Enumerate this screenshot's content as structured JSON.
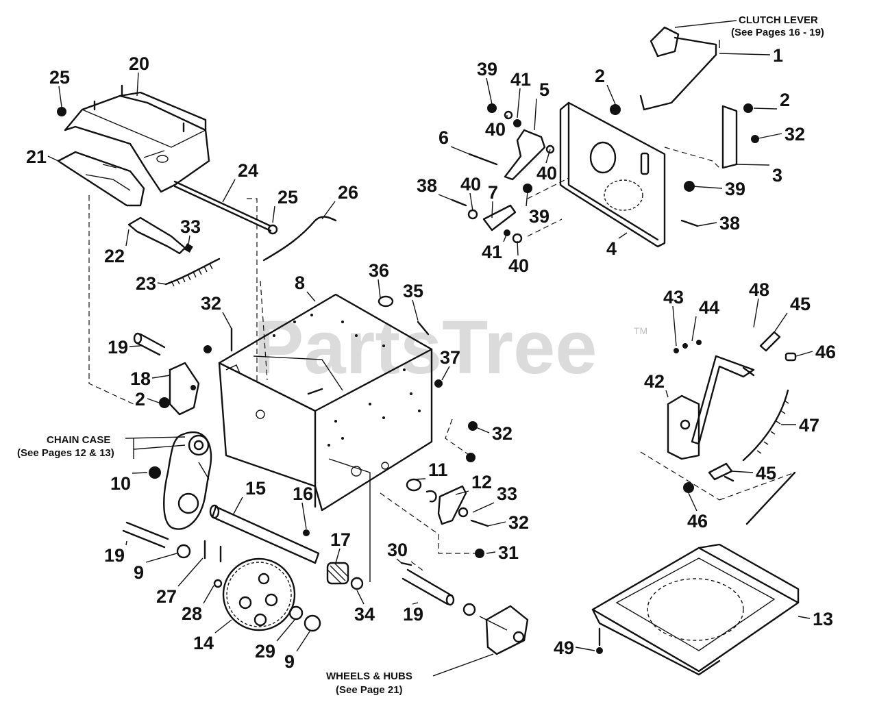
{
  "watermark": {
    "text": "PartsTree",
    "mark": "TM"
  },
  "notes": {
    "clutch_lever": "CLUTCH LEVER",
    "clutch_lever_pages": "(See Pages 16 - 19)",
    "chain_case": "CHAIN CASE",
    "chain_case_pages": "(See Pages 12 & 13)",
    "wheels_hubs": "WHEELS & HUBS",
    "wheels_hubs_pages": "(See Page 21)"
  },
  "labels": [
    "1",
    "2",
    "2",
    "3",
    "39",
    "41",
    "5",
    "40",
    "6",
    "40",
    "38",
    "40",
    "7",
    "39",
    "41",
    "40",
    "4",
    "32",
    "39",
    "38",
    "20",
    "25",
    "21",
    "24",
    "25",
    "26",
    "22",
    "33",
    "23",
    "36",
    "8",
    "35",
    "37",
    "32",
    "19",
    "18",
    "2",
    "32",
    "10",
    "11",
    "12",
    "33",
    "32",
    "15",
    "16",
    "17",
    "31",
    "30",
    "19",
    "9",
    "27",
    "28",
    "14",
    "29",
    "9",
    "34",
    "19",
    "43",
    "44",
    "48",
    "45",
    "46",
    "42",
    "47",
    "45",
    "46",
    "13",
    "49"
  ]
}
